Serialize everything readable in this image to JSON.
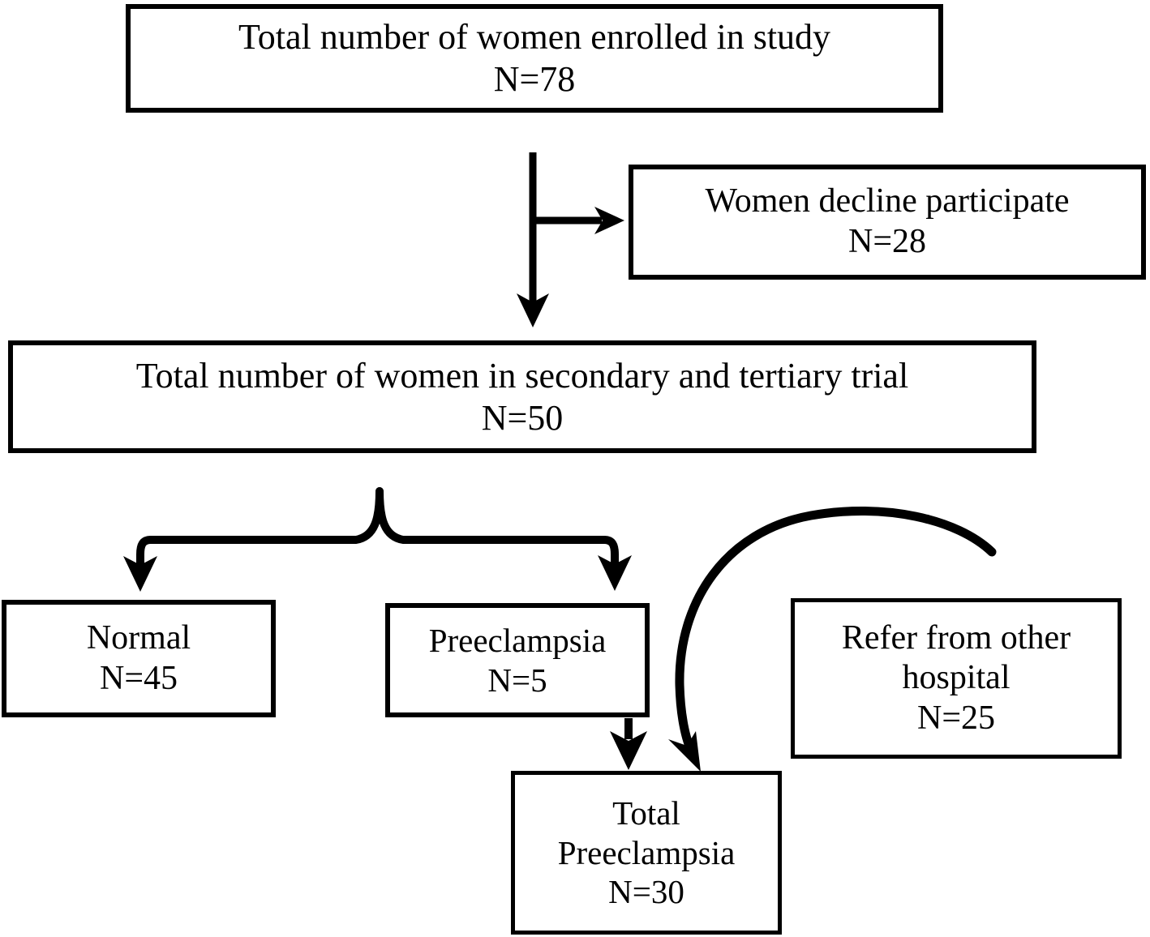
{
  "diagram": {
    "title": "Study enrollment flow diagram",
    "background_color": "#ffffff",
    "stroke_color": "#000000",
    "nodes": {
      "enrolled": {
        "line1": "Total number of women enrolled in study",
        "line2": "N=78",
        "count": 78
      },
      "decline": {
        "line1": "Women decline participate",
        "line2": "N=28",
        "count": 28
      },
      "secondary": {
        "line1": "Total number of women in secondary and tertiary trial",
        "line2": "N=50",
        "count": 50
      },
      "normal": {
        "line1": "Normal",
        "line2": "N=45",
        "count": 45
      },
      "preeclampsia": {
        "line1": "Preeclampsia",
        "line2": "N=5",
        "count": 5
      },
      "refer": {
        "line1": "Refer from other",
        "line2": "hospital",
        "line3": "N=25",
        "count": 25
      },
      "total_preeclampsia": {
        "line1": "Total",
        "line2": "Preeclampsia",
        "line3": "N=30",
        "count": 30
      }
    },
    "connectors": [
      {
        "name": "enrolled-to-decline",
        "from": "enrolled",
        "to": "decline",
        "style": "elbow-right-arrow"
      },
      {
        "name": "enrolled-to-secondary",
        "from": "enrolled",
        "to": "secondary",
        "style": "straight-down-arrow"
      },
      {
        "name": "secondary-split-brace",
        "from": "secondary",
        "to": "normal, preeclampsia",
        "style": "brace-split-two-arrows"
      },
      {
        "name": "preeclampsia-to-total",
        "from": "preeclampsia",
        "to": "total_preeclampsia",
        "style": "straight-down-arrow"
      },
      {
        "name": "refer-to-total",
        "from": "refer",
        "to": "total_preeclampsia",
        "style": "curved-arc-arrow"
      }
    ]
  }
}
